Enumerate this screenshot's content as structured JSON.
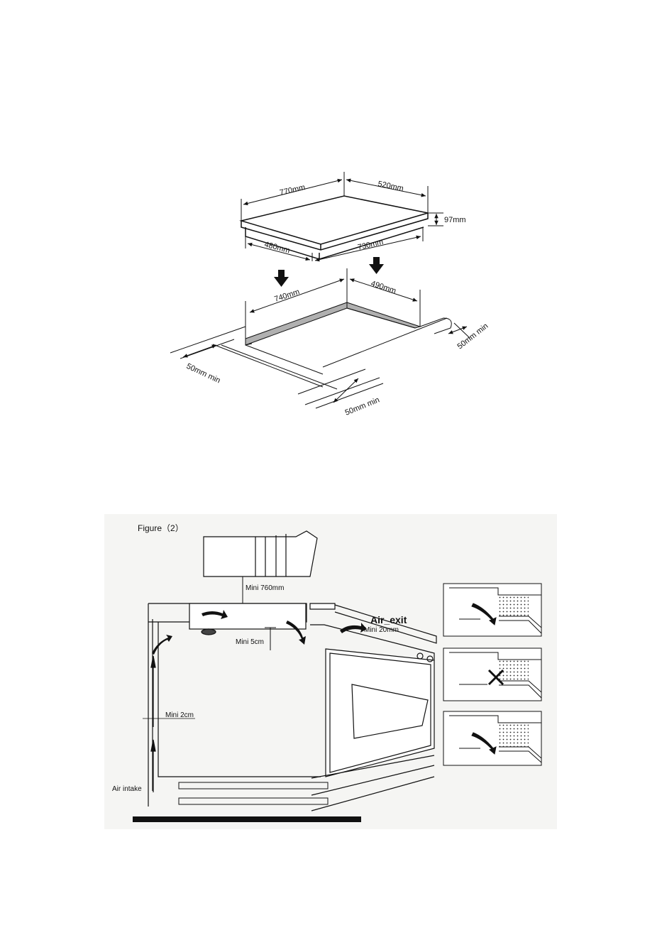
{
  "figure1": {
    "dims": {
      "hob_width": "770mm",
      "hob_depth": "520mm",
      "hob_height": "97mm",
      "body_depth": "480mm",
      "body_width": "730mm",
      "cutout_width": "740mm",
      "cutout_depth": "490mm",
      "clearance_left": "50mm min",
      "clearance_front": "50mm min",
      "clearance_back": "50mm min"
    }
  },
  "figure2": {
    "title": "Figure（2）",
    "labels": {
      "mini_760": "Mini 760mm",
      "air_exit": "Air_exit",
      "mini_20": "Mini 20mm",
      "mini_5": "Mini 5cm",
      "mini_2": "Mini 2cm",
      "air_intake": "Air intake"
    }
  },
  "colors": {
    "line": "#111111",
    "fig2_bg": "#f5f5f3",
    "shade": "#b0b0b0"
  }
}
